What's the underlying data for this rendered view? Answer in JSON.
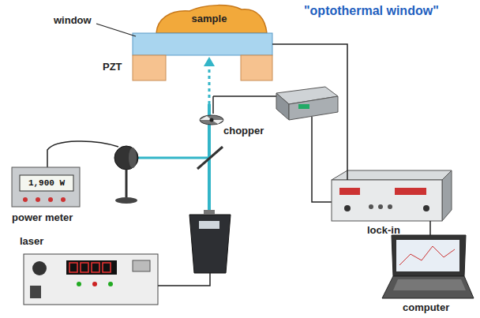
{
  "diagram": {
    "title": "\"optothermal window\"",
    "nodes": [
      {
        "text": [
          "sample"
        ]
      },
      {
        "text": [
          "window"
        ]
      },
      {
        "text": [
          "PZT"
        ]
      },
      {
        "text": [
          "chopper"
        ]
      },
      {
        "text": [
          "1,900 W",
          "power meter"
        ]
      },
      {
        "text": [
          "lock-in"
        ]
      },
      {
        "text": [
          "laser"
        ]
      },
      {
        "text": [
          "computer"
        ]
      }
    ],
    "edges": [
      {
        "from": 1,
        "to": 5,
        "arrow": "none"
      },
      {
        "from": 5,
        "to": 7,
        "arrow": "none"
      }
    ]
  }
}
